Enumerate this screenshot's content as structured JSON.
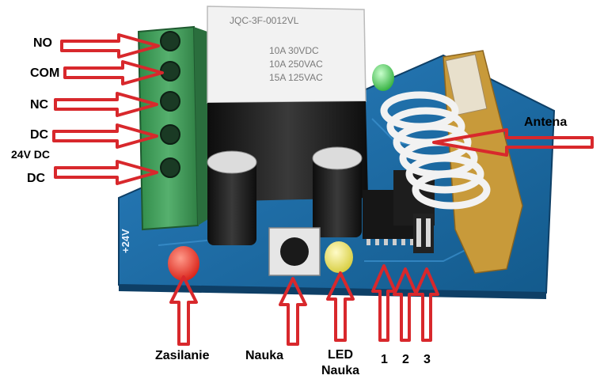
{
  "labels": {
    "no": "NO",
    "com": "COM",
    "nc": "NC",
    "dc_top": "DC",
    "voltage": "24V DC",
    "dc_bottom": "DC",
    "antenna": "Antena",
    "power": "Zasilanie",
    "learn": "Nauka",
    "led_line1": "LED",
    "led_line2": "Nauka",
    "pin1": "1",
    "pin2": "2",
    "pin3": "3"
  },
  "board": {
    "relay_text_lines": [
      "JQC-3F-0012VL",
      "10A 30VDC",
      "10A 250VAC",
      "15A 125VAC"
    ],
    "silkscreen_voltage": "+24V"
  },
  "colors": {
    "arrow_red": "#d8282c",
    "pcb_blue": "#1f6fa8",
    "terminal_green": "#3f9c5a",
    "relay_black": "#141414",
    "coil_white": "#f2f2f2"
  }
}
